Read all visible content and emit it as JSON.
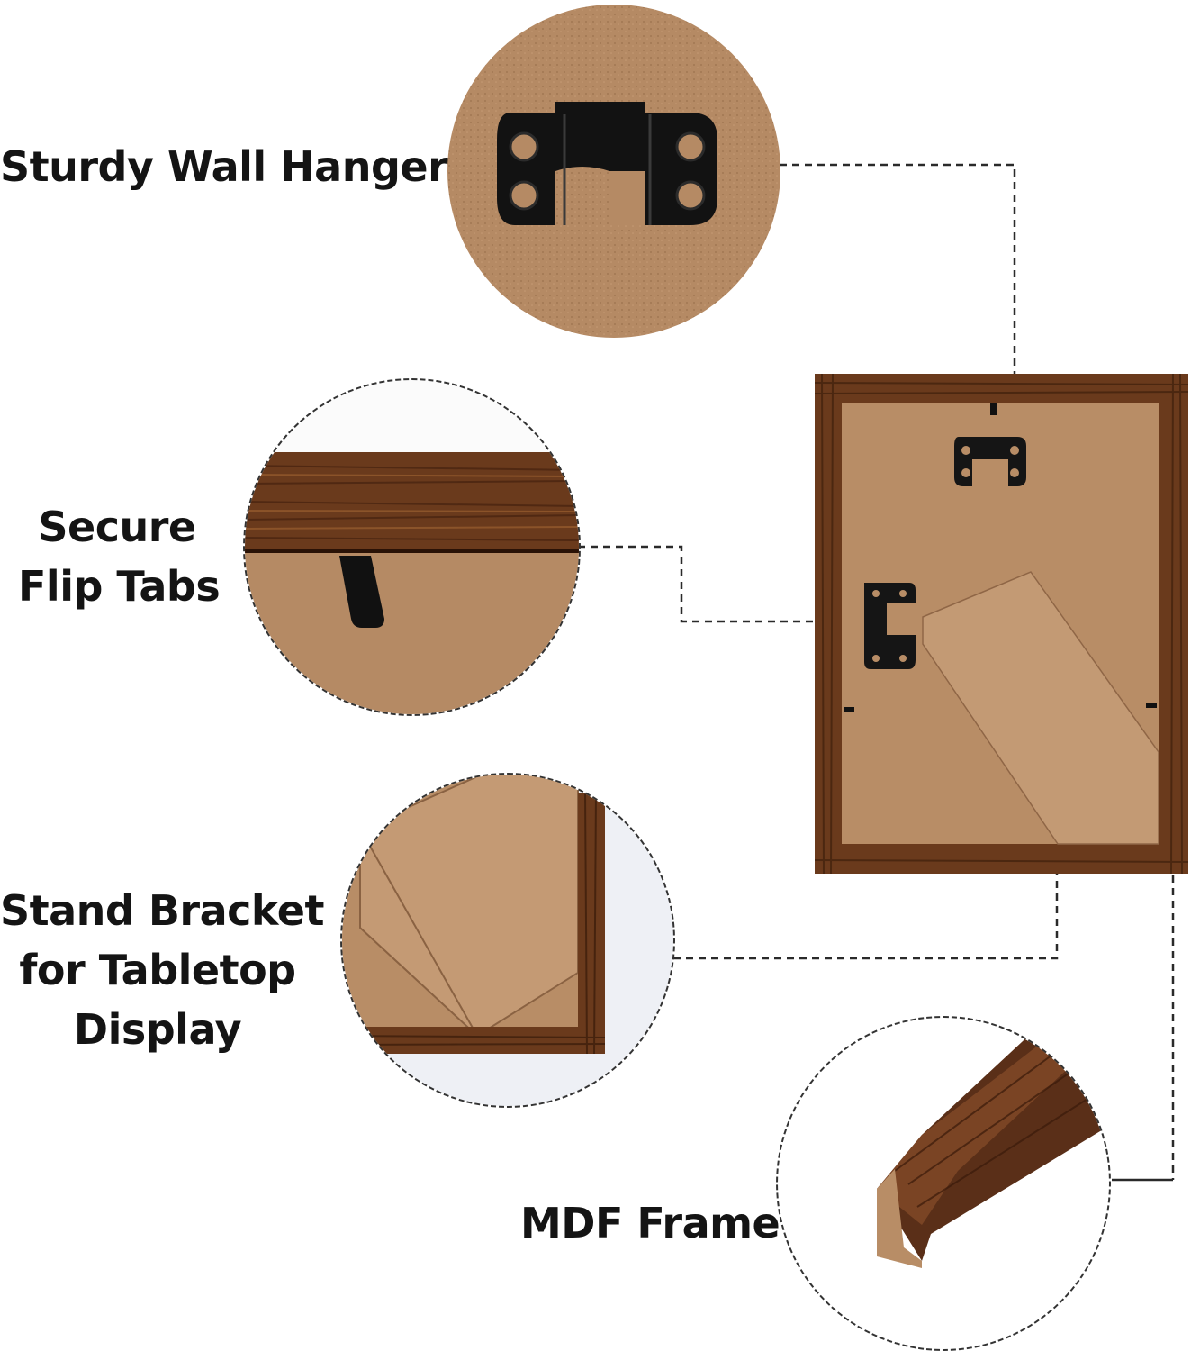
{
  "labels": {
    "wall_hanger": "Sturdy Wall Hanger",
    "flip_tabs": [
      "Secure",
      "Flip Tabs"
    ],
    "stand_bracket": [
      "Stand Bracket",
      "for Tabletop",
      "Display"
    ],
    "mdf_frame": "MDF Frame"
  },
  "colors": {
    "mdf_board": "#b78a63",
    "wood_frame": "#6a3a1c",
    "hardware": "#161616",
    "text": "#141414",
    "dashed_line": "#333333"
  }
}
